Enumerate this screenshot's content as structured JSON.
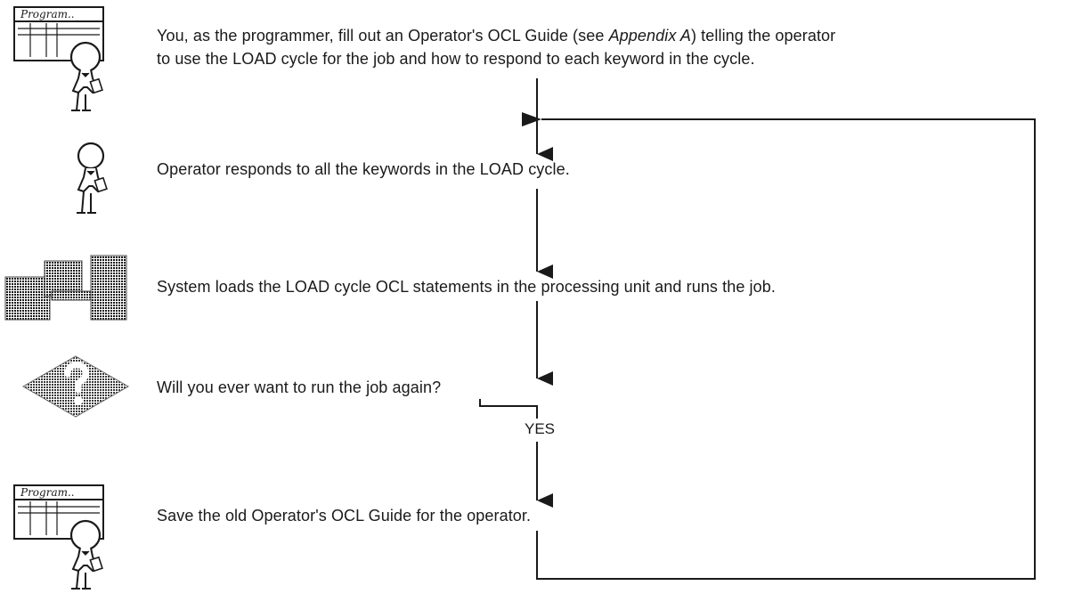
{
  "steps": [
    {
      "icon": "programmer-icon",
      "line1_before": "You, as the programmer, fill out an Operator's OCL Guide (see ",
      "line1_italic": "Appendix A",
      "line1_after": ") telling the operator",
      "line2": "to use the LOAD cycle for the job and how to respond to each keyword in the cycle."
    },
    {
      "icon": "operator-icon",
      "text": "Operator responds to all the keywords in the LOAD cycle."
    },
    {
      "icon": "system-icon",
      "text": "System loads the LOAD cycle OCL statements in the processing unit and runs the job."
    },
    {
      "icon": "decision-icon",
      "text": "Will you ever want to run the job again?"
    },
    {
      "icon": "programmer-icon",
      "text": "Save the old Operator's OCL Guide for the operator."
    }
  ],
  "branch_label": "YES",
  "programmer_sign": "Program..",
  "colors": {
    "ink": "#1a1a1a",
    "background": "#ffffff"
  }
}
